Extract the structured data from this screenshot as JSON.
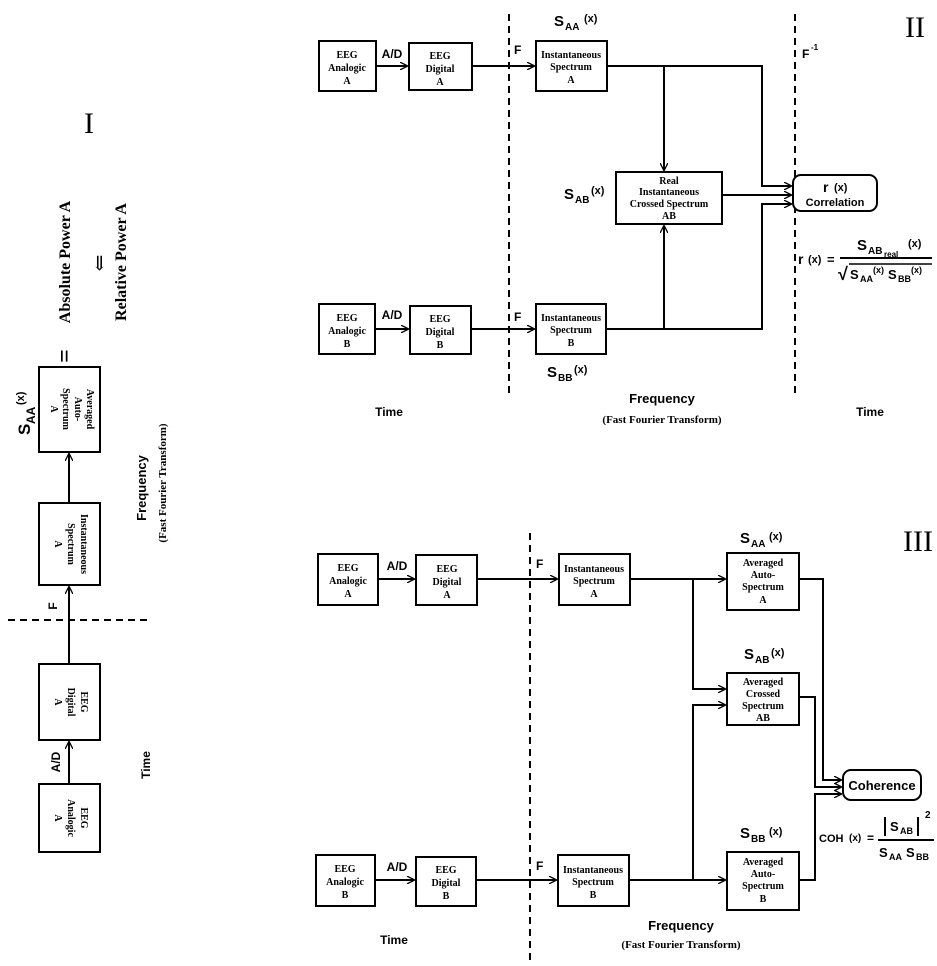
{
  "panels": {
    "I": {
      "roman": "I",
      "boxes": {
        "analogic": [
          "EEG",
          "Analogic",
          "A"
        ],
        "digital": [
          "EEG",
          "Digital",
          "A"
        ],
        "instant": [
          "Instantaneous",
          "Spectrum",
          "A"
        ],
        "averaged": [
          "Averaged",
          "Auto-",
          "Spectrum",
          "A"
        ]
      },
      "ad": "A/D",
      "f": "F",
      "time": "Time",
      "frequency": "Frequency",
      "fft": "(Fast Fourier Transform)",
      "saa_s": "S",
      "saa_sub": "AA",
      "saa_x": "(x)",
      "equals": "=",
      "absolute": "Absolute Power A",
      "implies": "⇒",
      "relative": "Relative Power A"
    },
    "II": {
      "roman": "II",
      "boxes": {
        "analogic_a": [
          "EEG",
          "Analogic",
          "A"
        ],
        "digital_a": [
          "EEG",
          "Digital",
          "A"
        ],
        "instant_a": [
          "Instantaneous",
          "Spectrum",
          "A"
        ],
        "cross": [
          "Real",
          "Instantaneous",
          "Crossed Spectrum",
          "AB"
        ],
        "analogic_b": [
          "EEG",
          "Analogic",
          "B"
        ],
        "digital_b": [
          "EEG",
          "Digital",
          "B"
        ],
        "instant_b": [
          "Instantaneous",
          "Spectrum",
          "B"
        ],
        "correlation": [
          "r",
          "(x)",
          "Correlation"
        ]
      },
      "ad": "A/D",
      "f": "F",
      "finv": "F",
      "finv_sup": "-1",
      "saa_sub": "AA",
      "sab_sub": "AB",
      "sbb_sub": "BB",
      "x": "(x)",
      "s": "S",
      "time_left": "Time",
      "time_right": "Time",
      "frequency": "Frequency",
      "fft": "(Fast Fourier Transform)",
      "formula": {
        "lhs": "r",
        "lhs_x": "(x)",
        "eq": "=",
        "num_s": "S",
        "num_sub": "AB",
        "num_subsub": "real",
        "num_x": "(x)",
        "den_sqrt": "√",
        "den_s1": "S",
        "den_sub1": "AA",
        "den_x1": "(x)",
        "den_s2": "S",
        "den_sub2": "BB",
        "den_x2": "(x)"
      }
    },
    "III": {
      "roman": "III",
      "boxes": {
        "analogic_a": [
          "EEG",
          "Analogic",
          "A"
        ],
        "digital_a": [
          "EEG",
          "Digital",
          "A"
        ],
        "instant_a": [
          "Instantaneous",
          "Spectrum",
          "A"
        ],
        "avg_auto_a": [
          "Averaged",
          "Auto-",
          "Spectrum",
          "A"
        ],
        "avg_cross": [
          "Averaged",
          "Crossed",
          "Spectrum",
          "AB"
        ],
        "analogic_b": [
          "EEG",
          "Analogic",
          "B"
        ],
        "digital_b": [
          "EEG",
          "Digital",
          "B"
        ],
        "instant_b": [
          "Instantaneous",
          "Spectrum",
          "B"
        ],
        "avg_auto_b": [
          "Averaged",
          "Auto-",
          "Spectrum",
          "B"
        ],
        "coherence": "Coherence"
      },
      "ad": "A/D",
      "f": "F",
      "s": "S",
      "saa_sub": "AA",
      "sab_sub": "AB",
      "sbb_sub": "BB",
      "x": "(x)",
      "time": "Time",
      "frequency": "Frequency",
      "fft": "(Fast Fourier Transform)",
      "formula": {
        "lhs": "COH",
        "lhs_x": "(x)",
        "eq": "=",
        "num_s": "S",
        "num_sub": "AB",
        "num_exp": "2",
        "den_s1": "S",
        "den_sub1": "AA",
        "den_s2": "S",
        "den_sub2": "BB"
      }
    }
  }
}
